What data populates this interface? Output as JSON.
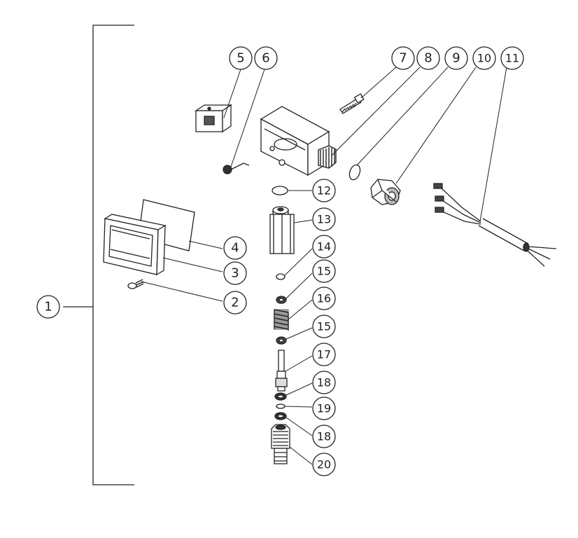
{
  "diagram": {
    "callouts": [
      {
        "id": "assembly",
        "label": "1"
      },
      {
        "id": "screw",
        "label": "2"
      },
      {
        "id": "cover-plate",
        "label": "3"
      },
      {
        "id": "gasket",
        "label": "4"
      },
      {
        "id": "terminal-block",
        "label": "5"
      },
      {
        "id": "ground-screw",
        "label": "6"
      },
      {
        "id": "set-screw",
        "label": "7"
      },
      {
        "id": "housing",
        "label": "8"
      },
      {
        "id": "o-ring-housing",
        "label": "9"
      },
      {
        "id": "nut",
        "label": "10"
      },
      {
        "id": "cable",
        "label": "11"
      },
      {
        "id": "o-ring-upper",
        "label": "12"
      },
      {
        "id": "adapter",
        "label": "13"
      },
      {
        "id": "ball",
        "label": "14"
      },
      {
        "id": "washer-upper",
        "label": "15"
      },
      {
        "id": "spring",
        "label": "16"
      },
      {
        "id": "washer-lower",
        "label": "15"
      },
      {
        "id": "piston",
        "label": "17"
      },
      {
        "id": "backup-ring-upper",
        "label": "18"
      },
      {
        "id": "o-ring-piston",
        "label": "19"
      },
      {
        "id": "backup-ring-lower",
        "label": "18"
      },
      {
        "id": "fitting",
        "label": "20"
      }
    ]
  }
}
